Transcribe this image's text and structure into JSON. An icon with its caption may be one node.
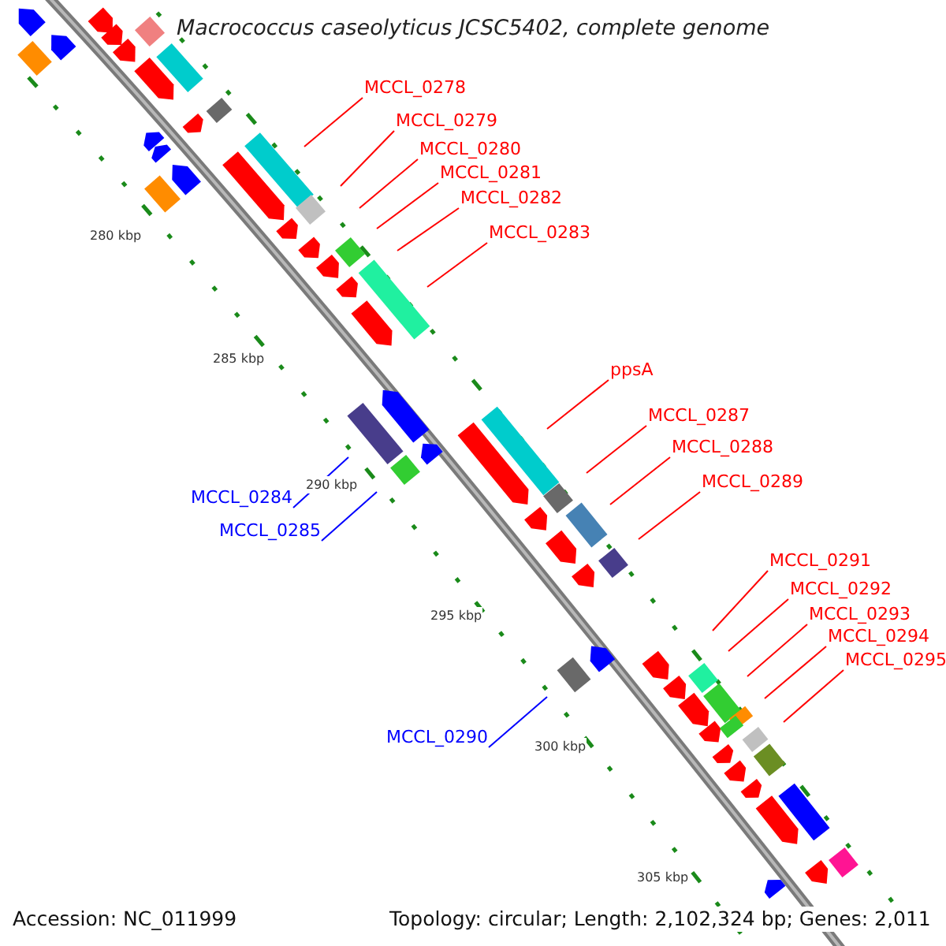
{
  "diagram": {
    "title": "Macrococcus caseolyticus JCSC5402, complete genome",
    "nodes": [
      {
        "text": [
          "MCCL_0278"
        ]
      },
      {
        "text": [
          "MCCL_0279"
        ]
      },
      {
        "text": [
          "MCCL_0280"
        ]
      },
      {
        "text": [
          "MCCL_0281"
        ]
      },
      {
        "text": [
          "MCCL_0282"
        ]
      },
      {
        "text": [
          "MCCL_0283"
        ]
      },
      {
        "text": [
          "ppsA"
        ]
      },
      {
        "text": [
          "MCCL_0287"
        ]
      },
      {
        "text": [
          "MCCL_0288"
        ]
      },
      {
        "text": [
          "MCCL_0289"
        ]
      },
      {
        "text": [
          "MCCL_0284"
        ]
      },
      {
        "text": [
          "MCCL_0285"
        ]
      },
      {
        "text": [
          "MCCL_0291"
        ]
      },
      {
        "text": [
          "MCCL_0292"
        ]
      },
      {
        "text": [
          "MCCL_0293"
        ]
      },
      {
        "text": [
          "MCCL_0294"
        ]
      },
      {
        "text": [
          "MCCL_0295"
        ]
      },
      {
        "text": [
          "MCCL_0290"
        ]
      }
    ],
    "edges": [
      {
        "from": 0,
        "to": null,
        "arrow": "none"
      },
      {
        "from": 1,
        "to": null,
        "arrow": "none"
      },
      {
        "from": 2,
        "to": null,
        "arrow": "none"
      },
      {
        "from": 3,
        "to": null,
        "arrow": "none"
      },
      {
        "from": 4,
        "to": null,
        "arrow": "none"
      },
      {
        "from": 5,
        "to": null,
        "arrow": "none"
      },
      {
        "from": 6,
        "to": null,
        "arrow": "none"
      },
      {
        "from": 7,
        "to": null,
        "arrow": "none"
      },
      {
        "from": 8,
        "to": null,
        "arrow": "none"
      },
      {
        "from": 9,
        "to": null,
        "arrow": "none"
      },
      {
        "from": 10,
        "to": null,
        "arrow": "none",
        "color": "#0000ff"
      },
      {
        "from": 11,
        "to": null,
        "arrow": "none",
        "color": "#0000ff"
      },
      {
        "from": 12,
        "to": null,
        "arrow": "none"
      },
      {
        "from": 13,
        "to": null,
        "arrow": "none"
      },
      {
        "from": 14,
        "to": null,
        "arrow": "none"
      },
      {
        "from": 15,
        "to": null,
        "arrow": "none"
      },
      {
        "from": 16,
        "to": null,
        "arrow": "none"
      },
      {
        "from": 17,
        "to": null,
        "arrow": "none",
        "color": "#0000ff"
      }
    ],
    "labels": [
      "280 kbp",
      "285 kbp",
      "290 kbp",
      "295 kbp",
      "300 kbp",
      "305 kbp",
      "Accession: NC_011999",
      "Topology: circular; Length: 2,102,324 bp; Genes: 2,011"
    ]
  }
}
